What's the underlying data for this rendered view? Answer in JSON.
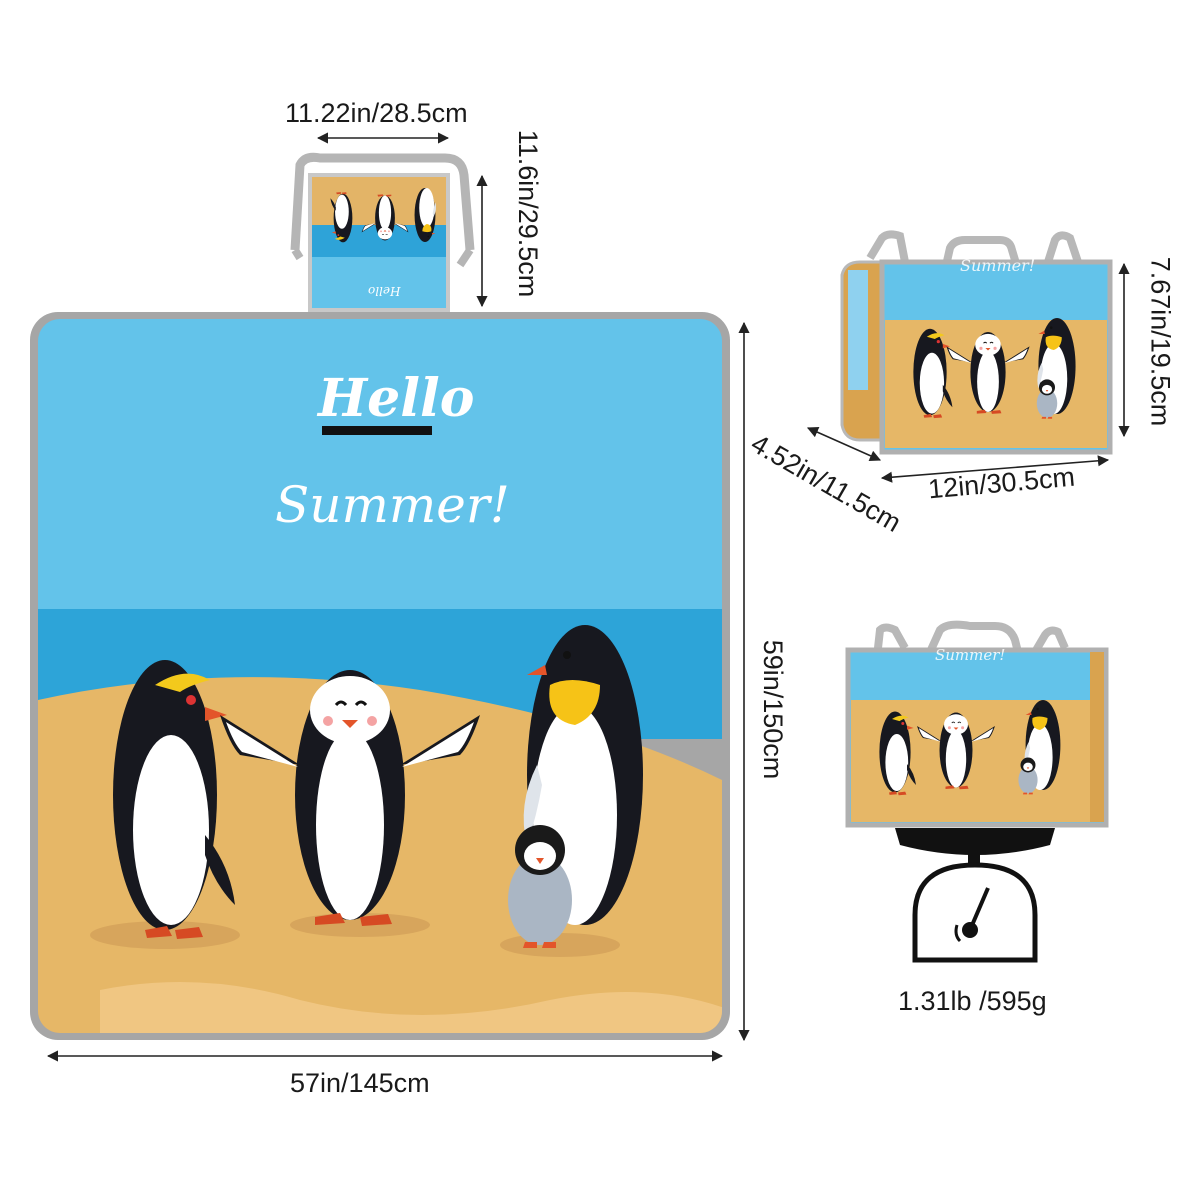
{
  "mat": {
    "headline_line1": "Hello",
    "headline_line2": "Summer!",
    "colors": {
      "sky": "#63c3ea",
      "sea": "#2da4d8",
      "sand": "#e6b767",
      "border": "#a9a9a9"
    }
  },
  "strap_tag": "Hello",
  "folded_caption": "Summer!",
  "dimensions": {
    "strap_width": "11.22in/28.5cm",
    "strap_height": "11.6in/29.5cm",
    "mat_height": "59in/150cm",
    "mat_width": "57in/145cm",
    "bag_height": "7.67in/19.5cm",
    "bag_depth": "4.52in/11.5cm",
    "bag_width": "12in/30.5cm"
  },
  "weight": "1.31lb /595g",
  "icons": [
    "penguin-icon",
    "scale-icon",
    "handle-icon"
  ]
}
